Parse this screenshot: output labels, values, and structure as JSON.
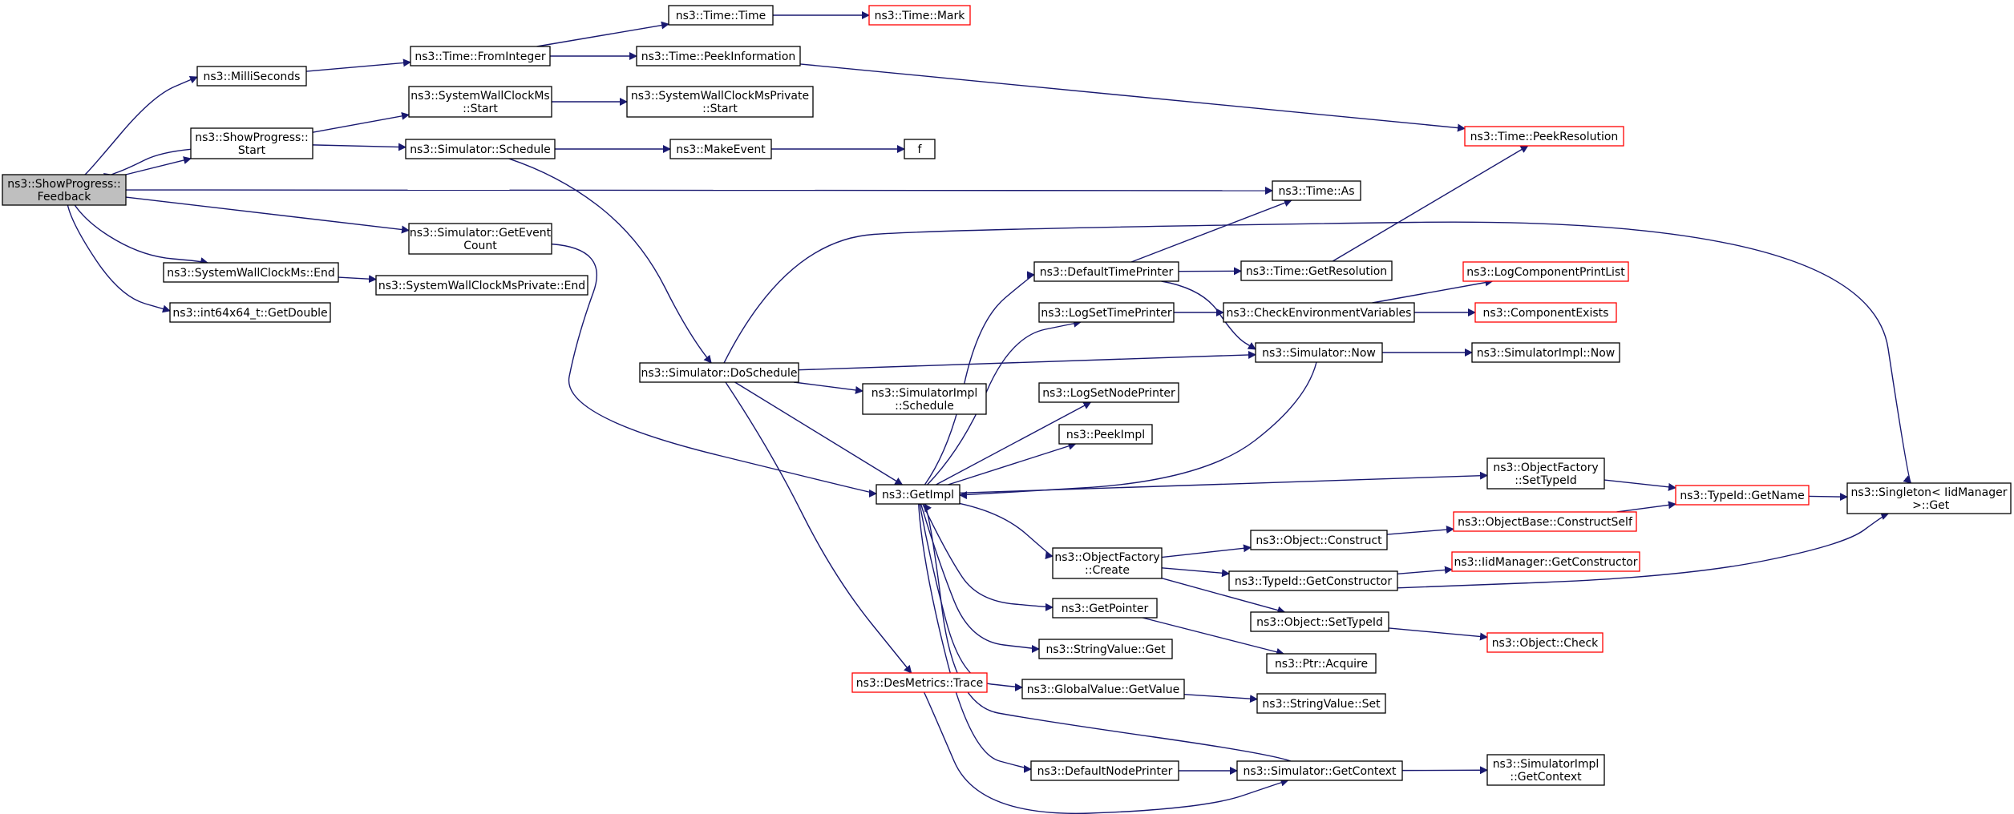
{
  "colors": {
    "edge": "#191970",
    "node_border": "#000000",
    "node_border_truncated": "#ff0000",
    "node_fill": "#ffffff",
    "root_fill": "#bfbfbf"
  },
  "nodes": [
    {
      "id": "feedback",
      "lines": [
        "ns3::ShowProgress::",
        "Feedback"
      ],
      "style": "root"
    },
    {
      "id": "milliseconds",
      "lines": [
        "ns3::MilliSeconds"
      ],
      "style": "normal"
    },
    {
      "id": "sp_start",
      "lines": [
        "ns3::ShowProgress::",
        "Start"
      ],
      "style": "normal"
    },
    {
      "id": "swcm_end",
      "lines": [
        "ns3::SystemWallClockMs::End"
      ],
      "style": "normal"
    },
    {
      "id": "getdouble",
      "lines": [
        "ns3::int64x64_t::GetDouble"
      ],
      "style": "normal"
    },
    {
      "id": "frominteger",
      "lines": [
        "ns3::Time::FromInteger"
      ],
      "style": "normal"
    },
    {
      "id": "swcm_start",
      "lines": [
        "ns3::SystemWallClockMs",
        "::Start"
      ],
      "style": "normal"
    },
    {
      "id": "sim_schedule",
      "lines": [
        "ns3::Simulator::Schedule"
      ],
      "style": "normal"
    },
    {
      "id": "geteventcount",
      "lines": [
        "ns3::Simulator::GetEvent",
        "Count"
      ],
      "style": "normal"
    },
    {
      "id": "swcmp_end",
      "lines": [
        "ns3::SystemWallClockMsPrivate::End"
      ],
      "style": "normal"
    },
    {
      "id": "time_time",
      "lines": [
        "ns3::Time::Time"
      ],
      "style": "normal"
    },
    {
      "id": "peekinfo",
      "lines": [
        "ns3::Time::PeekInformation"
      ],
      "style": "normal"
    },
    {
      "id": "swcmp_start",
      "lines": [
        "ns3::SystemWallClockMsPrivate",
        "::Start"
      ],
      "style": "normal"
    },
    {
      "id": "makeevent",
      "lines": [
        "ns3::MakeEvent"
      ],
      "style": "normal"
    },
    {
      "id": "time_mark",
      "lines": [
        "ns3::Time::Mark"
      ],
      "style": "truncated"
    },
    {
      "id": "f",
      "lines": [
        "f"
      ],
      "style": "normal"
    },
    {
      "id": "peekres",
      "lines": [
        "ns3::Time::PeekResolution"
      ],
      "style": "truncated"
    },
    {
      "id": "time_as",
      "lines": [
        "ns3::Time::As"
      ],
      "style": "normal"
    },
    {
      "id": "doschedule",
      "lines": [
        "ns3::Simulator::DoSchedule"
      ],
      "style": "normal"
    },
    {
      "id": "simimpl_schedule",
      "lines": [
        "ns3::SimulatorImpl",
        "::Schedule"
      ],
      "style": "normal"
    },
    {
      "id": "getimpl",
      "lines": [
        "ns3::GetImpl"
      ],
      "style": "normal"
    },
    {
      "id": "desmetrics",
      "lines": [
        "ns3::DesMetrics::Trace"
      ],
      "style": "truncated"
    },
    {
      "id": "deftimeprinter",
      "lines": [
        "ns3::DefaultTimePrinter"
      ],
      "style": "normal"
    },
    {
      "id": "logsettimeprinter",
      "lines": [
        "ns3::LogSetTimePrinter"
      ],
      "style": "normal"
    },
    {
      "id": "logsetnodeprinter",
      "lines": [
        "ns3::LogSetNodePrinter"
      ],
      "style": "normal"
    },
    {
      "id": "peekimpl",
      "lines": [
        "ns3::PeekImpl"
      ],
      "style": "normal"
    },
    {
      "id": "objfactory_create",
      "lines": [
        "ns3::ObjectFactory",
        "::Create"
      ],
      "style": "normal"
    },
    {
      "id": "getpointer",
      "lines": [
        "ns3::GetPointer"
      ],
      "style": "normal"
    },
    {
      "id": "stringvalue_get",
      "lines": [
        "ns3::StringValue::Get"
      ],
      "style": "normal"
    },
    {
      "id": "globalvalue_get",
      "lines": [
        "ns3::GlobalValue::GetValue"
      ],
      "style": "normal"
    },
    {
      "id": "defnodeprinter",
      "lines": [
        "ns3::DefaultNodePrinter"
      ],
      "style": "normal"
    },
    {
      "id": "getresolution",
      "lines": [
        "ns3::Time::GetResolution"
      ],
      "style": "normal"
    },
    {
      "id": "checkenv",
      "lines": [
        "ns3::CheckEnvironmentVariables"
      ],
      "style": "normal"
    },
    {
      "id": "sim_now",
      "lines": [
        "ns3::Simulator::Now"
      ],
      "style": "normal"
    },
    {
      "id": "obj_construct",
      "lines": [
        "ns3::Object::Construct"
      ],
      "style": "normal"
    },
    {
      "id": "typeid_getctor",
      "lines": [
        "ns3::TypeId::GetConstructor"
      ],
      "style": "normal"
    },
    {
      "id": "obj_settypeid",
      "lines": [
        "ns3::Object::SetTypeId"
      ],
      "style": "normal"
    },
    {
      "id": "ptr_acquire",
      "lines": [
        "ns3::Ptr::Acquire"
      ],
      "style": "normal"
    },
    {
      "id": "stringvalue_set",
      "lines": [
        "ns3::StringValue::Set"
      ],
      "style": "normal"
    },
    {
      "id": "sim_getcontext",
      "lines": [
        "ns3::Simulator::GetContext"
      ],
      "style": "normal"
    },
    {
      "id": "logcompprintlist",
      "lines": [
        "ns3::LogComponentPrintList"
      ],
      "style": "truncated"
    },
    {
      "id": "compexists",
      "lines": [
        "ns3::ComponentExists"
      ],
      "style": "truncated"
    },
    {
      "id": "simimpl_now",
      "lines": [
        "ns3::SimulatorImpl::Now"
      ],
      "style": "normal"
    },
    {
      "id": "objfactory_settypeid",
      "lines": [
        "ns3::ObjectFactory",
        "::SetTypeId"
      ],
      "style": "normal"
    },
    {
      "id": "objbase_constructself",
      "lines": [
        "ns3::ObjectBase::ConstructSelf"
      ],
      "style": "truncated"
    },
    {
      "id": "iidmgr_getctor",
      "lines": [
        "ns3::IidManager::GetConstructor"
      ],
      "style": "truncated"
    },
    {
      "id": "obj_check",
      "lines": [
        "ns3::Object::Check"
      ],
      "style": "truncated"
    },
    {
      "id": "simimpl_getcontext",
      "lines": [
        "ns3::SimulatorImpl",
        "::GetContext"
      ],
      "style": "normal"
    },
    {
      "id": "typeid_getname",
      "lines": [
        "ns3::TypeId::GetName"
      ],
      "style": "truncated"
    },
    {
      "id": "singleton_get",
      "lines": [
        "ns3::Singleton< IidManager",
        " >::Get"
      ],
      "style": "normal"
    }
  ],
  "edges": [
    [
      "feedback",
      "milliseconds"
    ],
    [
      "feedback",
      "sp_start"
    ],
    [
      "sp_start",
      "feedback"
    ],
    [
      "feedback",
      "time_as"
    ],
    [
      "feedback",
      "geteventcount"
    ],
    [
      "feedback",
      "swcm_end"
    ],
    [
      "feedback",
      "getdouble"
    ],
    [
      "milliseconds",
      "frominteger"
    ],
    [
      "frominteger",
      "time_time"
    ],
    [
      "frominteger",
      "peekinfo"
    ],
    [
      "time_time",
      "time_mark"
    ],
    [
      "peekinfo",
      "peekres"
    ],
    [
      "sp_start",
      "swcm_start"
    ],
    [
      "sp_start",
      "sim_schedule"
    ],
    [
      "swcm_start",
      "swcmp_start"
    ],
    [
      "sim_schedule",
      "makeevent"
    ],
    [
      "sim_schedule",
      "doschedule"
    ],
    [
      "makeevent",
      "f"
    ],
    [
      "swcm_end",
      "swcmp_end"
    ],
    [
      "geteventcount",
      "getimpl"
    ],
    [
      "doschedule",
      "singleton_get"
    ],
    [
      "doschedule",
      "sim_now"
    ],
    [
      "doschedule",
      "simimpl_schedule"
    ],
    [
      "doschedule",
      "getimpl"
    ],
    [
      "doschedule",
      "desmetrics"
    ],
    [
      "getimpl",
      "deftimeprinter"
    ],
    [
      "getimpl",
      "logsettimeprinter"
    ],
    [
      "getimpl",
      "logsetnodeprinter"
    ],
    [
      "getimpl",
      "peekimpl"
    ],
    [
      "getimpl",
      "objfactory_settypeid"
    ],
    [
      "getimpl",
      "objfactory_create"
    ],
    [
      "getimpl",
      "getpointer"
    ],
    [
      "getimpl",
      "stringvalue_get"
    ],
    [
      "getimpl",
      "globalvalue_get"
    ],
    [
      "getimpl",
      "defnodeprinter"
    ],
    [
      "sim_now",
      "getimpl"
    ],
    [
      "sim_getcontext",
      "getimpl"
    ],
    [
      "deftimeprinter",
      "time_as"
    ],
    [
      "deftimeprinter",
      "getresolution"
    ],
    [
      "deftimeprinter",
      "sim_now"
    ],
    [
      "getresolution",
      "peekres"
    ],
    [
      "logsettimeprinter",
      "checkenv"
    ],
    [
      "checkenv",
      "logcompprintlist"
    ],
    [
      "checkenv",
      "compexists"
    ],
    [
      "sim_now",
      "simimpl_now"
    ],
    [
      "objfactory_settypeid",
      "typeid_getname"
    ],
    [
      "typeid_getname",
      "singleton_get"
    ],
    [
      "objfactory_create",
      "obj_construct"
    ],
    [
      "objfactory_create",
      "typeid_getctor"
    ],
    [
      "objfactory_create",
      "obj_settypeid"
    ],
    [
      "obj_construct",
      "objbase_constructself"
    ],
    [
      "objbase_constructself",
      "typeid_getname"
    ],
    [
      "typeid_getctor",
      "iidmgr_getctor"
    ],
    [
      "typeid_getctor",
      "singleton_get"
    ],
    [
      "obj_settypeid",
      "obj_check"
    ],
    [
      "getpointer",
      "ptr_acquire"
    ],
    [
      "globalvalue_get",
      "stringvalue_set"
    ],
    [
      "defnodeprinter",
      "sim_getcontext"
    ],
    [
      "desmetrics",
      "sim_getcontext"
    ],
    [
      "sim_getcontext",
      "simimpl_getcontext"
    ]
  ]
}
